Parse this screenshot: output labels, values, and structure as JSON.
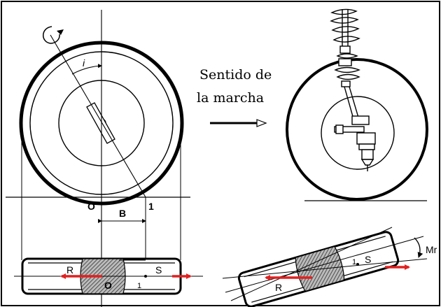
{
  "caption": {
    "line1": "Sentido de",
    "line2": "la marcha"
  },
  "labels": {
    "angle": "i",
    "origin": "O",
    "point1": "1",
    "offset": "B",
    "bottom_left_r": "R",
    "bottom_left_o": "O",
    "bottom_left_1": "1",
    "bottom_left_s": "S",
    "bottom_right_r": "R",
    "bottom_right_1": "1",
    "bottom_right_s": "S",
    "moment": "Mr"
  },
  "colors": {
    "force_arrow": "#e02020",
    "ink": "#000000",
    "hatch": "#444444"
  },
  "icons": {
    "rotation": "rotation-arrow-icon",
    "direction": "direction-arrow-icon",
    "spring": "coil-spring-icon"
  }
}
